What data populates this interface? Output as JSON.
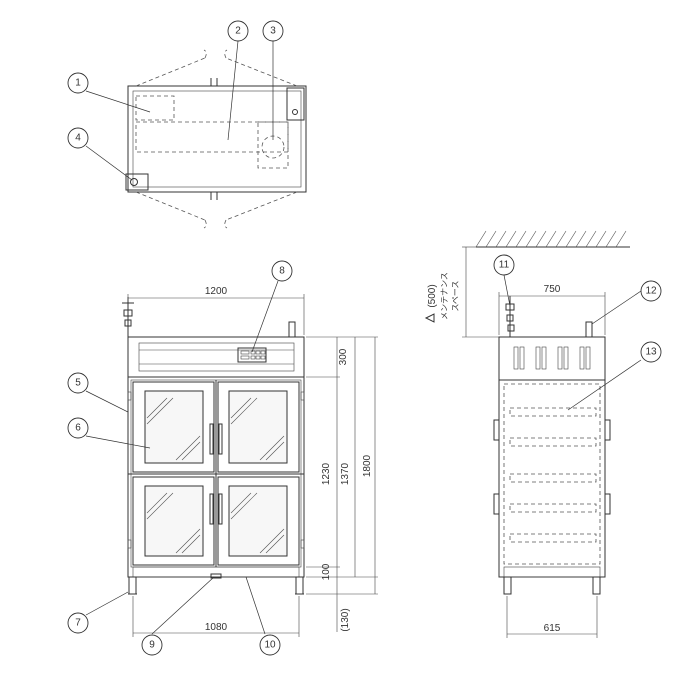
{
  "callouts": [
    {
      "n": "1"
    },
    {
      "n": "2"
    },
    {
      "n": "3"
    },
    {
      "n": "4"
    },
    {
      "n": "5"
    },
    {
      "n": "6"
    },
    {
      "n": "7"
    },
    {
      "n": "8"
    },
    {
      "n": "9"
    },
    {
      "n": "10"
    },
    {
      "n": "11"
    },
    {
      "n": "12"
    },
    {
      "n": "13"
    }
  ],
  "dimensions": {
    "front_width": "1200",
    "front_base_width": "1080",
    "top_section": "300",
    "door_height": "1230",
    "body_height": "1370",
    "total_height": "1800",
    "base_height": "100",
    "leg_height": "(130)",
    "side_depth": "750",
    "side_base_depth": "615",
    "maintenance_space_dim": "(500)",
    "maintenance_space_label_line1": "メンテナンス",
    "maintenance_space_label_line2": "スペース"
  }
}
